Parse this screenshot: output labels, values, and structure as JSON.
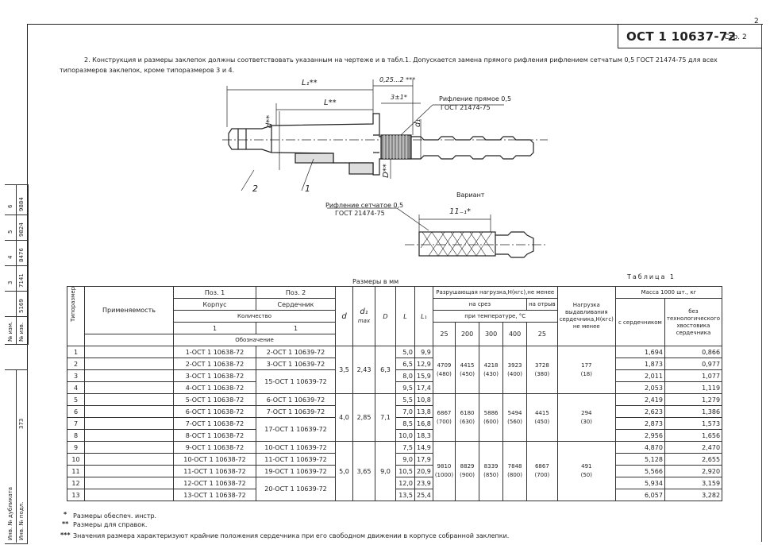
{
  "header": {
    "page_number": "2",
    "standard_code": "ОСТ 1 10637-72",
    "page_label": "Стр. 2"
  },
  "intro": {
    "line1": "2. Конструкция и размеры заклепок должны соответствовать указанным на чертеже и в табл.1. Допускается замена прямого рифления рифлением сетчатым 0,5 ГОСТ 21474-75 для всех",
    "line2": "типоразмеров заклепок, кроме типоразмеров 3 и 4."
  },
  "drawing": {
    "dim_L1": "L₁**",
    "dim_L": "L**",
    "dim_gap": "0,25...2 ***",
    "dim_3": "3±1*",
    "dim_d": "d**",
    "dim_d1": "d₁",
    "dim_D": "D**",
    "knurl_straight_1": "Рифление прямое 0,5",
    "knurl_straight_2": "ГОСТ 21474-75",
    "pos_2": "2",
    "pos_1": "1",
    "variant_label": "Вариант",
    "knurl_mesh_1": "Рифление сетчатое 0,5",
    "knurl_mesh_2": "ГОСТ 21474-75",
    "dim_variant": "11₋₁*"
  },
  "table": {
    "caption": "Таблица 1",
    "sizes_label": "Размеры в мм",
    "col_tiporazmer": "Типоразмер",
    "col_primenyaemost": "Применяемость",
    "col_pos1_line1": "Поз. 1",
    "col_pos1_line2": "Корпус",
    "col_pos2_line1": "Поз. 2",
    "col_pos2_line2": "Сердечник",
    "col_kolichestvo": "Количество",
    "col_qty1": "1",
    "col_qty2": "1",
    "col_oboznachenie": "Обозначение",
    "col_d": "d",
    "col_d1": "d₁",
    "col_d1_max": "max",
    "col_D": "D",
    "col_L": "L",
    "col_L1": "L₁",
    "col_load": "Разрушающая нагрузка,Н(кгс),не менее",
    "col_shear": "на срез",
    "col_tear": "на отрыв",
    "col_temp": "при температуре, °С",
    "temps": [
      "25",
      "200",
      "300",
      "400",
      "25"
    ],
    "col_pullout": "Нагрузка выдавливания сердечника,Н(кгс) не менее",
    "col_mass": "Масса 1000 шт., кг",
    "col_mass_core": "с сердечником",
    "col_mass_nocore": "без технологического хвостовика сердечника",
    "rows": [
      {
        "n": "1",
        "pos1": "1-ОСТ 1 10638-72",
        "pos2": "2-ОСТ 1 10639-72",
        "L": "5,0",
        "L1": "9,9",
        "m1": "1,694",
        "m2": "0,866"
      },
      {
        "n": "2",
        "pos1": "2-ОСТ 1 10638-72",
        "pos2": "3-ОСТ 1 10639-72",
        "L": "6,5",
        "L1": "12,9",
        "m1": "1,873",
        "m2": "0,977"
      },
      {
        "n": "3",
        "pos1": "3-ОСТ 1 10638-72",
        "pos2": "15-ОСТ 1 10639-72",
        "L": "8,0",
        "L1": "15,9",
        "m1": "2,011",
        "m2": "1,077"
      },
      {
        "n": "4",
        "pos1": "4-ОСТ 1 10638-72",
        "pos2": "",
        "L": "9,5",
        "L1": "17,4",
        "m1": "2,053",
        "m2": "1,119"
      },
      {
        "n": "5",
        "pos1": "5-ОСТ 1 10638-72",
        "pos2": "6-ОСТ 1 10639-72",
        "L": "5,5",
        "L1": "10,8",
        "m1": "2,419",
        "m2": "1,279"
      },
      {
        "n": "6",
        "pos1": "6-ОСТ 1 10638-72",
        "pos2": "7-ОСТ 1 10639-72",
        "L": "7,0",
        "L1": "13,8",
        "m1": "2,623",
        "m2": "1,386"
      },
      {
        "n": "7",
        "pos1": "7-ОСТ 1 10638-72",
        "pos2": "17-ОСТ 1 10639-72",
        "L": "8,5",
        "L1": "16,8",
        "m1": "2,873",
        "m2": "1,573"
      },
      {
        "n": "8",
        "pos1": "8-ОСТ 1 10638-72",
        "pos2": "",
        "L": "10,0",
        "L1": "18,3",
        "m1": "2,956",
        "m2": "1,656"
      },
      {
        "n": "9",
        "pos1": "9-ОСТ 1 10638-72",
        "pos2": "10-ОСТ 1 10639-72",
        "L": "7,5",
        "L1": "14,9",
        "m1": "4,870",
        "m2": "2,470"
      },
      {
        "n": "10",
        "pos1": "10-ОСТ 1 10638-72",
        "pos2": "11-ОСТ 1 10639-72",
        "L": "9,0",
        "L1": "17,9",
        "m1": "5,128",
        "m2": "2,655"
      },
      {
        "n": "11",
        "pos1": "11-ОСТ 1 10638-72",
        "pos2": "19-ОСТ 1 10639-72",
        "L": "10,5",
        "L1": "20,9",
        "m1": "5,566",
        "m2": "2,920"
      },
      {
        "n": "12",
        "pos1": "12-ОСТ 1 10638-72",
        "pos2": "20-ОСТ 1 10639-72",
        "L": "12,0",
        "L1": "23,9",
        "m1": "5,934",
        "m2": "3,159"
      },
      {
        "n": "13",
        "pos1": "13-ОСТ 1 10638-72",
        "pos2": "",
        "L": "13,5",
        "L1": "25,4",
        "m1": "6,057",
        "m2": "3,282"
      }
    ],
    "groups": [
      {
        "d": "3,5",
        "d1": "2,43",
        "D": "6,3",
        "loads": [
          "4709\n(480)",
          "4415\n(450)",
          "4218\n(430)",
          "3923\n(400)",
          "3728\n(380)"
        ],
        "pullout": "177\n(18)"
      },
      {
        "d": "4,0",
        "d1": "2,85",
        "D": "7,1",
        "loads": [
          "6867\n(700)",
          "6180\n(630)",
          "5886\n(600)",
          "5494\n(560)",
          "4415\n(450)"
        ],
        "pullout": "294\n(30)"
      },
      {
        "d": "5,0",
        "d1": "3,65",
        "D": "9,0",
        "loads": [
          "9810\n(1000)",
          "8829\n(900)",
          "8339\n(850)",
          "7848\n(800)",
          "6867\n(700)"
        ],
        "pullout": "491\n(50)"
      }
    ]
  },
  "notes": {
    "n1_mark": "*",
    "n1": "Размеры обеспеч. инстр.",
    "n2_mark": "**",
    "n2": "Размеры для справок.",
    "n3_mark": "***",
    "n3": "Значения размера характеризуют крайние положения сердечника при его свободном движении в корпусе собранной заклепки."
  },
  "side_strip": {
    "inv_podl": "Инв. № подл.",
    "inv_dubl": "Инв. № дубликата",
    "v_izm": "№ изм.",
    "n_izv": "№ изв.",
    "num_373": "373",
    "cols": [
      "6",
      "5",
      "4",
      "3"
    ],
    "vals": [
      "9884",
      "9824",
      "8476",
      "7141",
      "5169"
    ]
  }
}
